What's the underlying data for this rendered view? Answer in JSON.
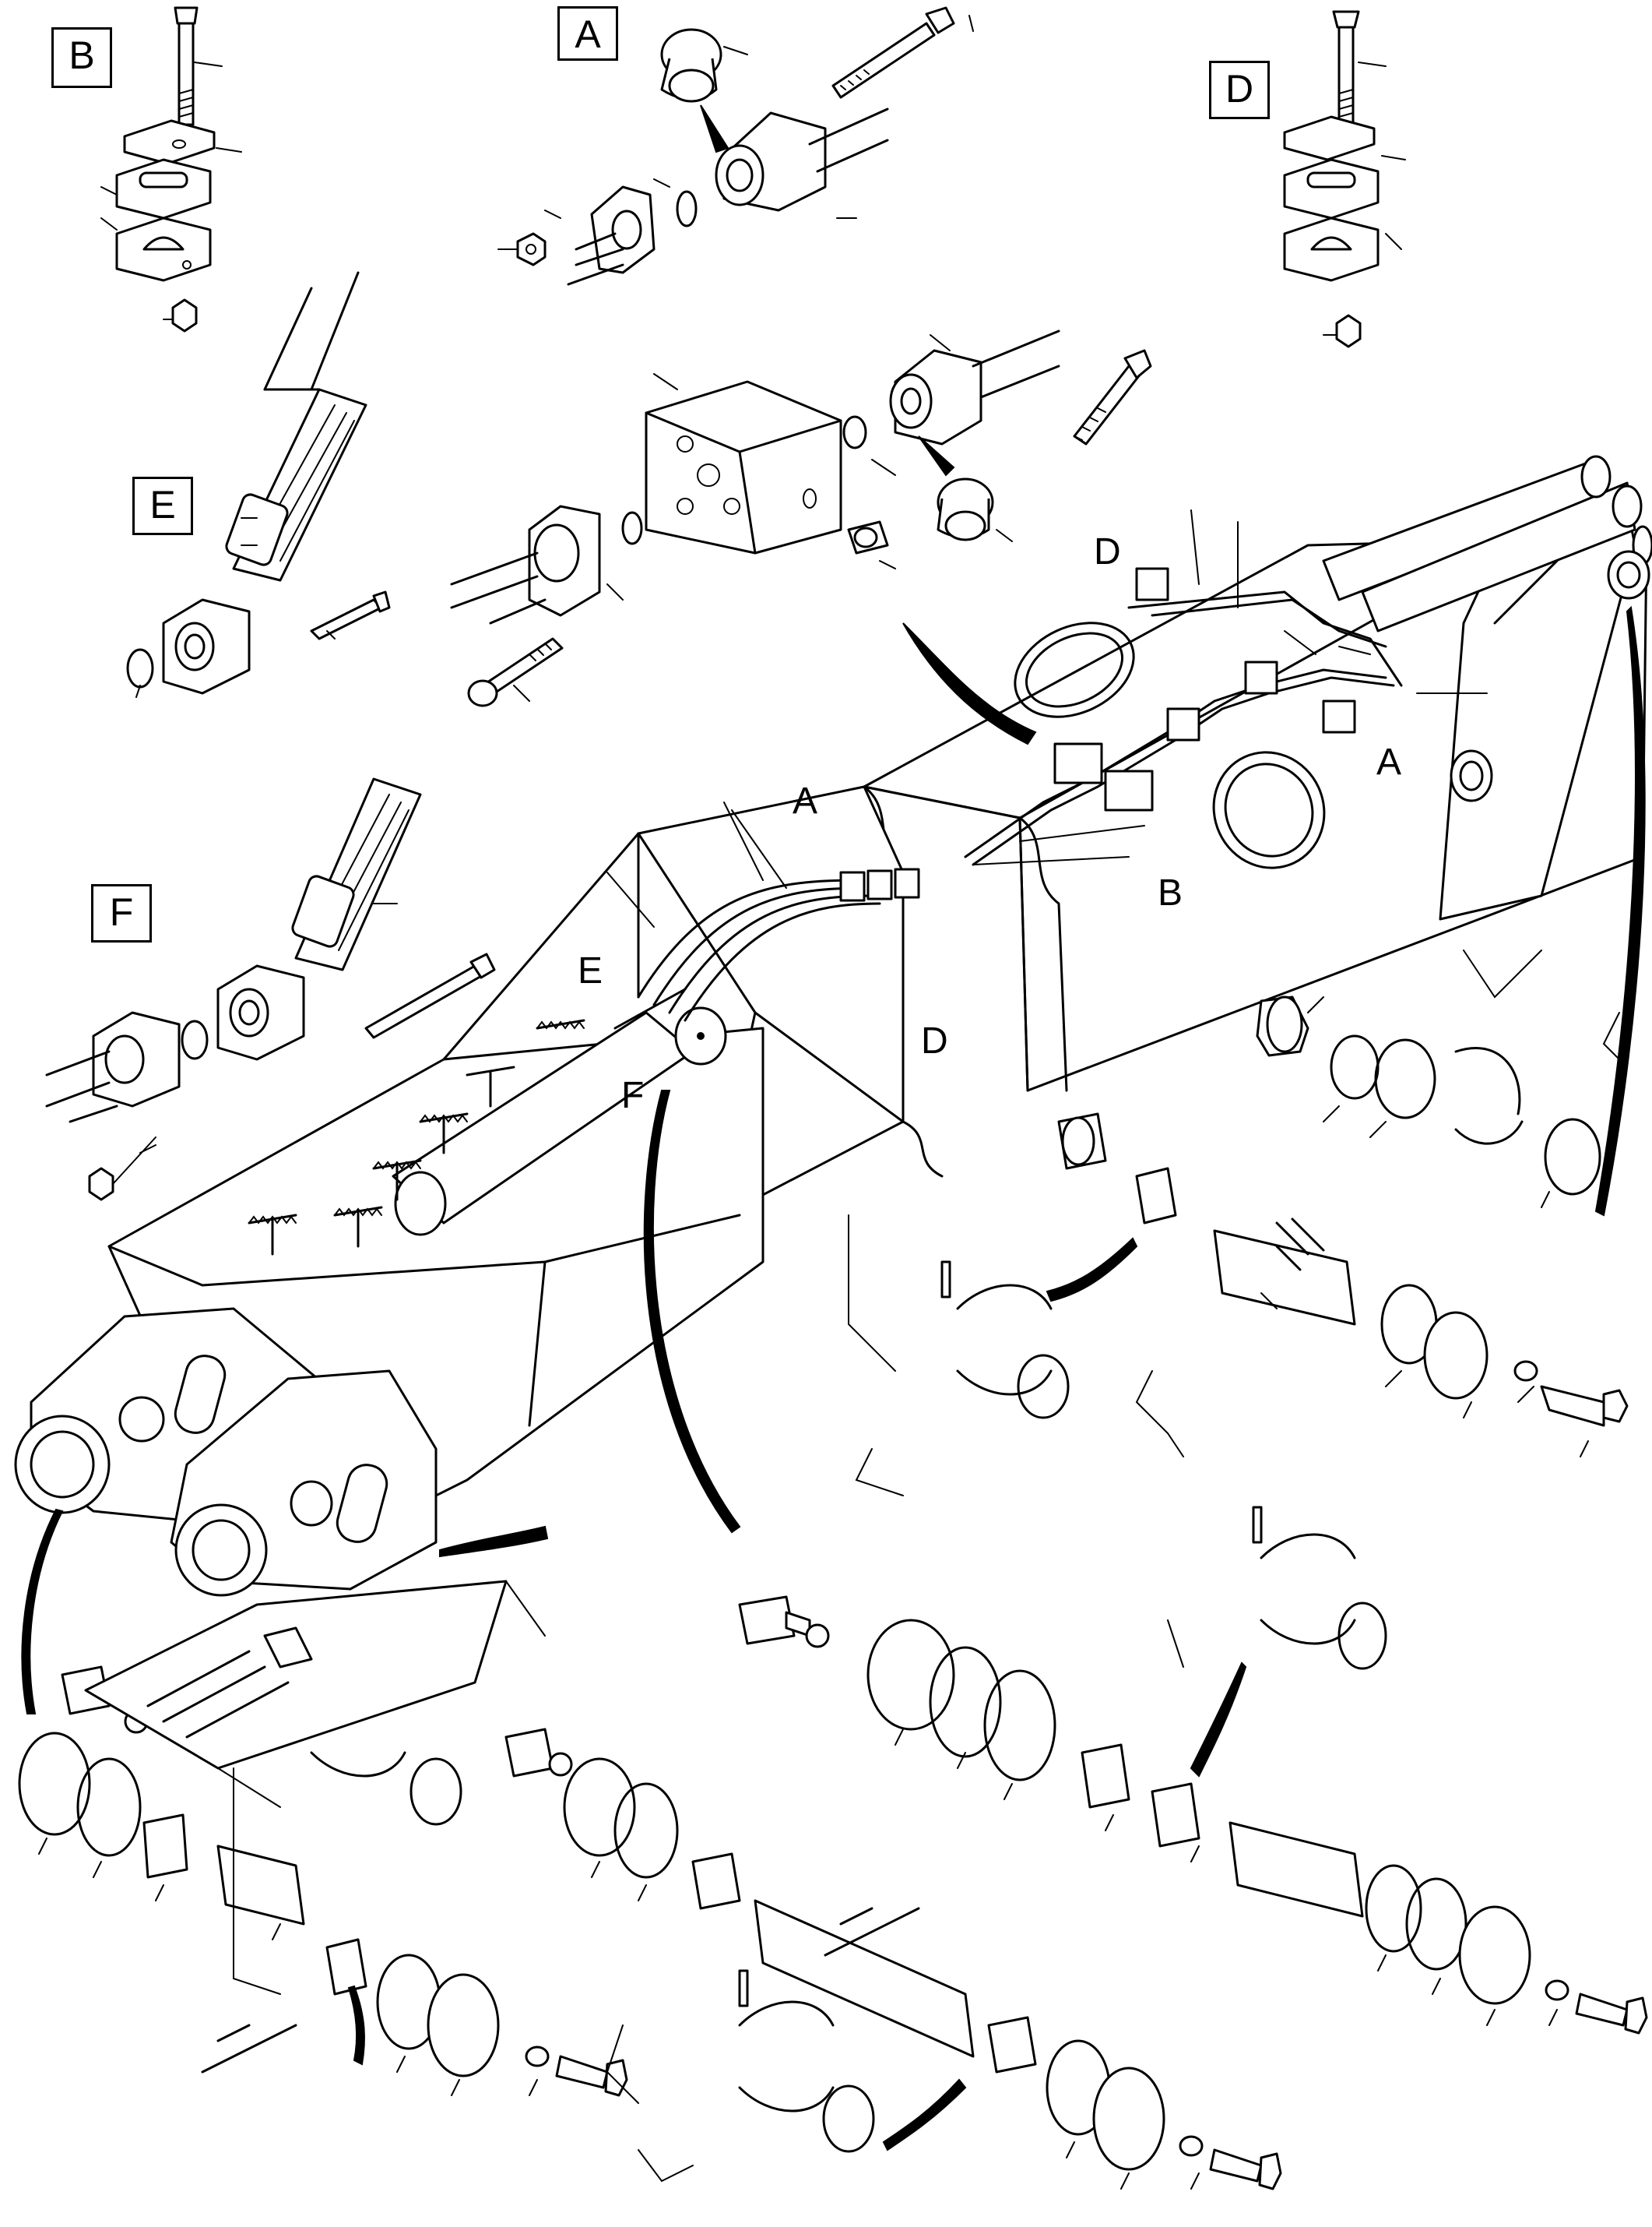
{
  "detail_boxes": {
    "A": "A",
    "B": "B",
    "D": "D",
    "E": "E",
    "F": "F"
  },
  "callouts": {
    "A_upper": "A",
    "A_lower": "A",
    "B_lower": "B",
    "D_upper": "D",
    "D_lower": "D",
    "E": "E",
    "F": "F"
  }
}
